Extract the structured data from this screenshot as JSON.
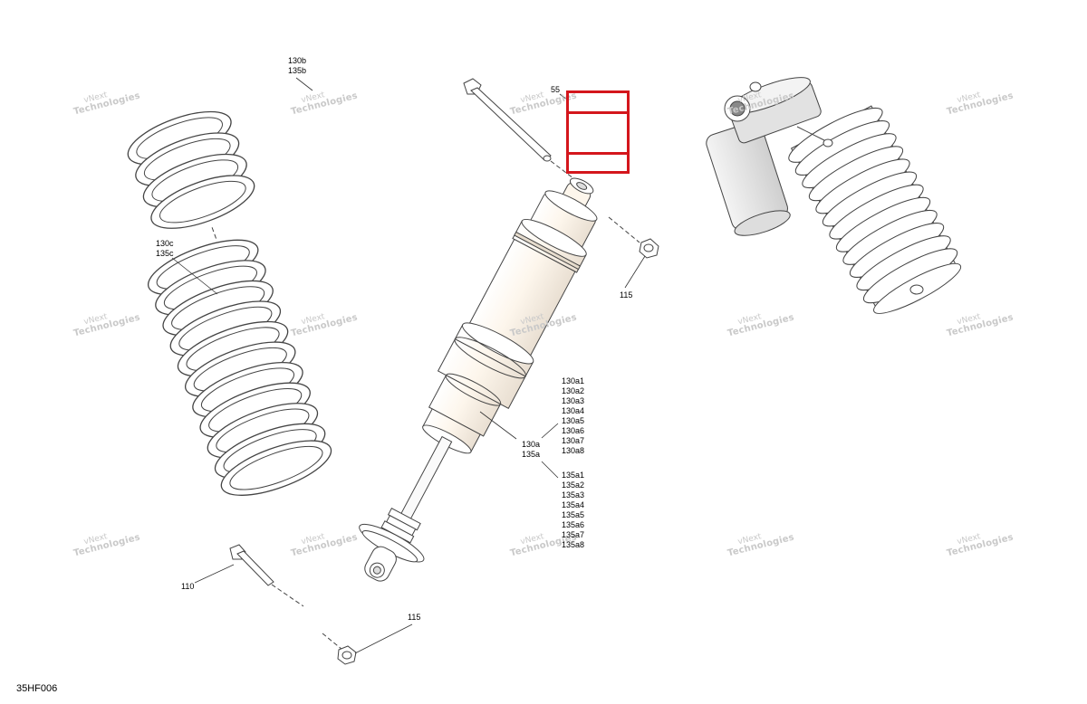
{
  "diagram": {
    "code": "35HF006",
    "watermark": {
      "line1": "vNext",
      "line2": "Technologies",
      "short_line1": "vNext"
    },
    "callouts": {
      "c130b": "130b",
      "c135b": "135b",
      "c55": "55",
      "c130c": "130c",
      "c135c": "135c",
      "c115_top": "115",
      "c130a": "130a",
      "c135a": "135a",
      "c110": "110",
      "c115_bottom": "115"
    },
    "variants_130": [
      "130a1",
      "130a2",
      "130a3",
      "130a4",
      "130a5",
      "130a6",
      "130a7",
      "130a8"
    ],
    "variants_135": [
      "135a1",
      "135a2",
      "135a3",
      "135a4",
      "135a5",
      "135a6",
      "135a7",
      "135a8"
    ],
    "highlight_color": "#d4161c"
  }
}
